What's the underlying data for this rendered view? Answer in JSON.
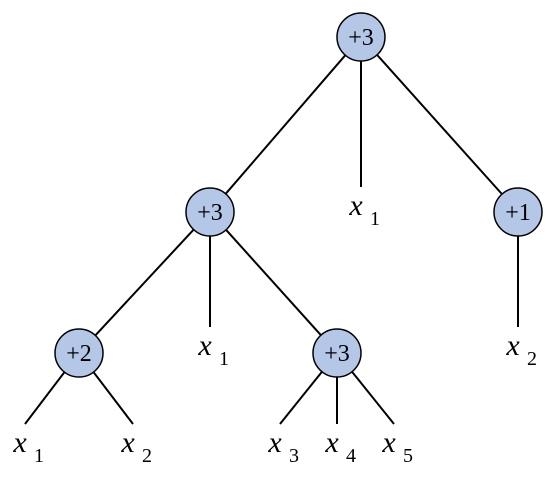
{
  "colors": {
    "node_fill": "#b4c7e7",
    "line": "#000000"
  },
  "root": {
    "id": "n1",
    "kind": "op",
    "label": "+3",
    "children": [
      {
        "id": "n2",
        "kind": "op",
        "label": "+3",
        "children": [
          {
            "id": "n5",
            "kind": "op",
            "label": "+2",
            "children": [
              {
                "id": "l1",
                "kind": "var",
                "var": "x",
                "sub": "1"
              },
              {
                "id": "l2",
                "kind": "var",
                "var": "x",
                "sub": "2"
              }
            ]
          },
          {
            "id": "l3",
            "kind": "var",
            "var": "x",
            "sub": "1"
          },
          {
            "id": "n6",
            "kind": "op",
            "label": "+3",
            "children": [
              {
                "id": "l4",
                "kind": "var",
                "var": "x",
                "sub": "3"
              },
              {
                "id": "l5",
                "kind": "var",
                "var": "x",
                "sub": "4"
              },
              {
                "id": "l6",
                "kind": "var",
                "var": "x",
                "sub": "5"
              }
            ]
          }
        ]
      },
      {
        "id": "l7",
        "kind": "var",
        "var": "x",
        "sub": "1"
      },
      {
        "id": "n4",
        "kind": "op",
        "label": "+1",
        "children": [
          {
            "id": "l8",
            "kind": "var",
            "var": "x",
            "sub": "2"
          }
        ]
      }
    ]
  }
}
